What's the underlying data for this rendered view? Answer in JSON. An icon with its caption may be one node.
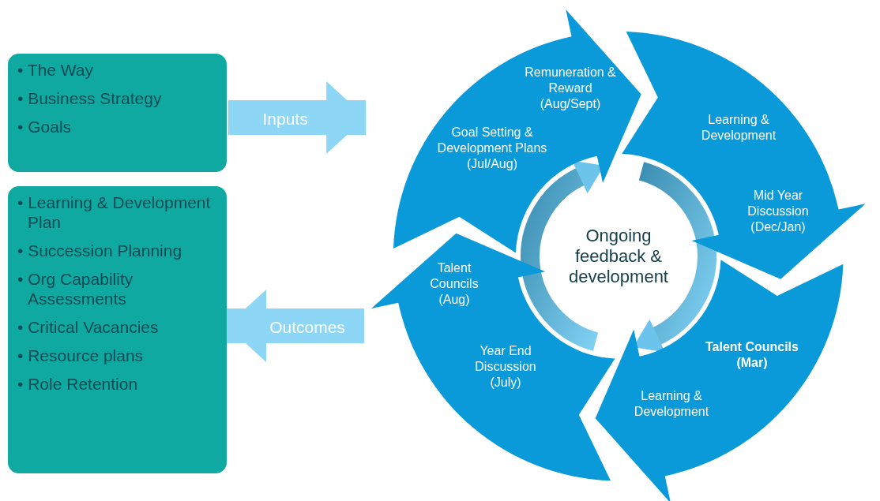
{
  "diagram": {
    "nodes": [
      {
        "text": [
          "• The Way",
          "• Business Strategy",
          "• Goals"
        ]
      },
      {
        "text": [
          "• Learning & Development Plan",
          "• Succession Planning",
          "• Org Capability Assessments",
          "• Critical Vacancies",
          "• Resource plans",
          "• Role Retention"
        ]
      },
      {
        "text": [
          "Remuneration & Reward (Aug/Sept)",
          "Goal Setting & Development Plans (Jul/Aug)"
        ]
      },
      {
        "text": [
          "Learning & Development",
          "Mid Year Discussion (Dec/Jan)"
        ]
      },
      {
        "text": [
          "Talent Councils (Mar)",
          "Learning & Development"
        ]
      },
      {
        "text": [
          "Talent Councils (Aug)",
          "Year End Discussion (July)"
        ]
      },
      {
        "text": [
          "Ongoing feedback & development"
        ]
      }
    ],
    "edges": [
      {
        "from": 0,
        "to": 2,
        "arrow": "to",
        "label": "Inputs"
      },
      {
        "from": 5,
        "to": 1,
        "arrow": "to",
        "label": "Outcomes"
      }
    ]
  }
}
